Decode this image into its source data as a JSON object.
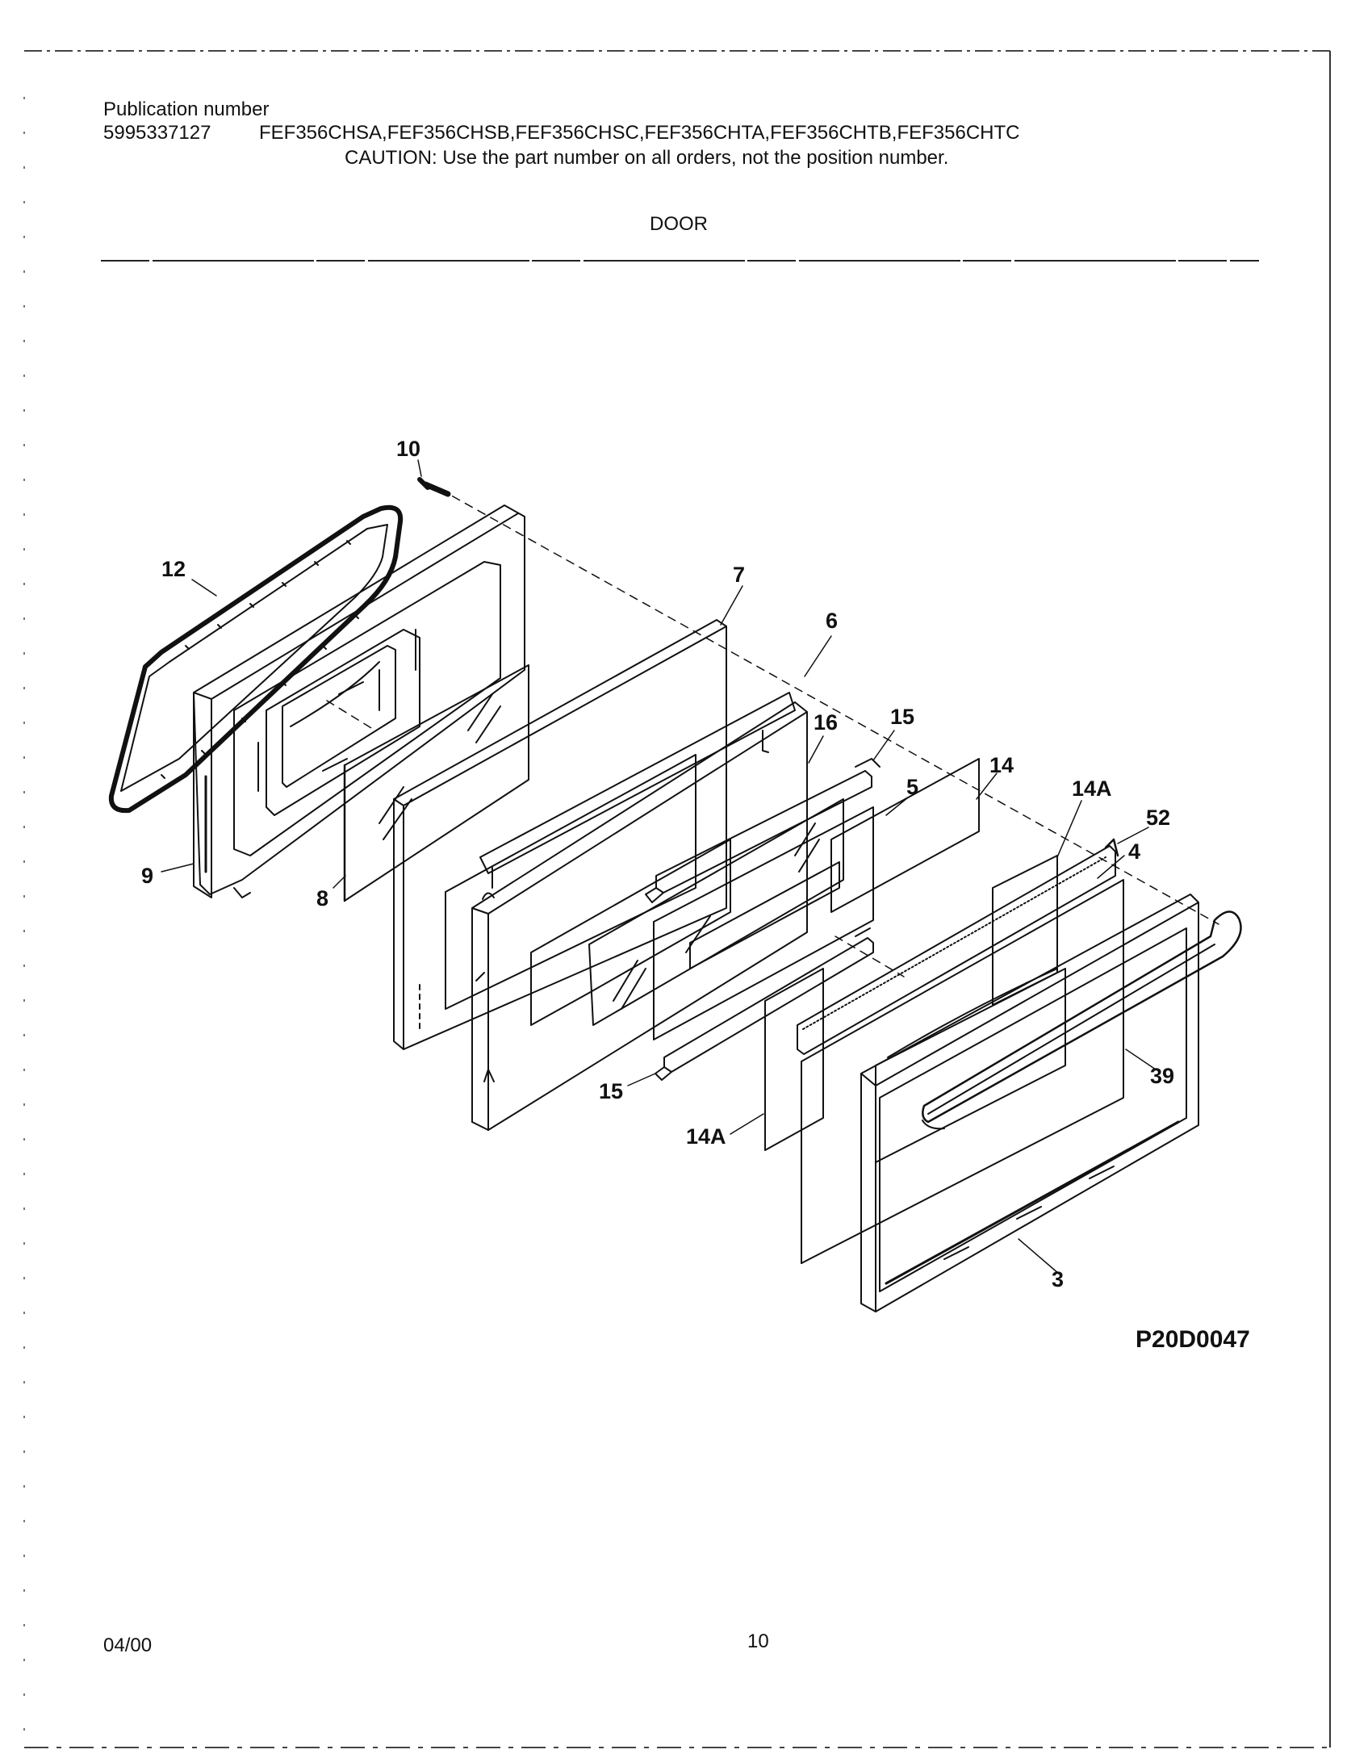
{
  "header": {
    "publication_label": "Publication number",
    "publication_number": "5995337127",
    "models": "FEF356CHSA,FEF356CHSB,FEF356CHSC,FEF356CHTA,FEF356CHTB,FEF356CHTC",
    "caution": "CAUTION:  Use the part number on all orders, not the position number.",
    "section_title": "DOOR"
  },
  "diagram": {
    "drawing_code": "P20D0047",
    "callouts": {
      "c10": "10",
      "c12": "12",
      "c7": "7",
      "c6": "6",
      "c16": "16",
      "c15a": "15",
      "c5": "5",
      "c14": "14",
      "c14A_top": "14A",
      "c52": "52",
      "c4": "4",
      "c9": "9",
      "c8": "8",
      "c39": "39",
      "c15b": "15",
      "c14A_bottom": "14A",
      "c3": "3"
    }
  },
  "footer": {
    "date": "04/00",
    "page_number": "10"
  }
}
